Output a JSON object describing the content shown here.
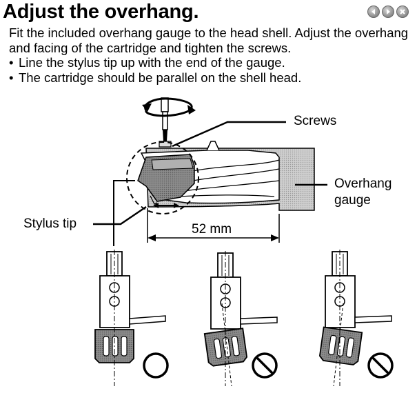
{
  "header": {
    "title": "Adjust the overhang.",
    "nav": {
      "prev_icon": "triangle-left-icon",
      "next_icon": "triangle-right-icon",
      "close_icon": "x-icon"
    }
  },
  "instructions": {
    "paragraph": "Fit the included overhang gauge to the head shell. Adjust the overhang and facing of the cartridge and tighten the screws.",
    "bullets": [
      "Line the stylus tip up with the end of the gauge.",
      "The cartridge should be parallel on the shell head."
    ],
    "bullet_glyph": "•"
  },
  "diagram": {
    "labels": {
      "screws": "Screws",
      "overhang_gauge_line1": "Overhang",
      "overhang_gauge_line2": "gauge",
      "stylus_tip": "Stylus tip",
      "distance": "52 mm"
    },
    "views": [
      {
        "orientation": "parallel",
        "mark": "correct-circle-icon"
      },
      {
        "orientation": "angled",
        "mark": "prohibited-icon"
      },
      {
        "orientation": "angled",
        "mark": "prohibited-icon"
      }
    ]
  }
}
